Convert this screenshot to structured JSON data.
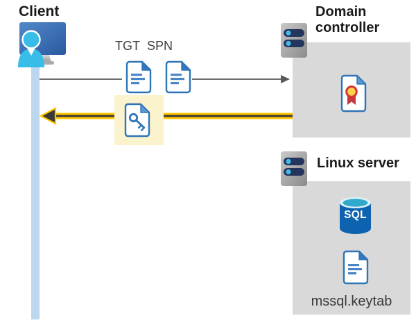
{
  "diagram": {
    "client": {
      "label": "Client"
    },
    "tickets": {
      "tgt": "TGT",
      "spn": "SPN"
    },
    "domain_controller": {
      "line1": "Domain",
      "line2": "controller"
    },
    "linux_server": {
      "label": "Linux server",
      "sql": "SQL",
      "keytab": "mssql.keytab"
    }
  },
  "colors": {
    "panel_gray": "#D9D9D9",
    "highlight_yellow": "#FBF2CE",
    "lifeline_blue": "#BDD7EE",
    "request_arrow_gray": "#595959",
    "response_arrow_yellow": "#FFC600",
    "response_arrow_core": "#3A3A3A",
    "document_blue": "#2E75B6",
    "document_fold_blue": "#5B9BD5",
    "document_line_blue": "#4A86C6",
    "monitor_blue_light": "#5288C8",
    "monitor_blue_dark": "#2A59A0",
    "person_cyan": "#38BDE8",
    "server_bar_navy": "#24365E",
    "server_dot_cyan": "#47BBE8",
    "sql_body_blue": "#0E63B0",
    "sql_top_teal": "#2FA9CC",
    "seal_red": "#D13438",
    "seal_yellow": "#FFD04A"
  }
}
